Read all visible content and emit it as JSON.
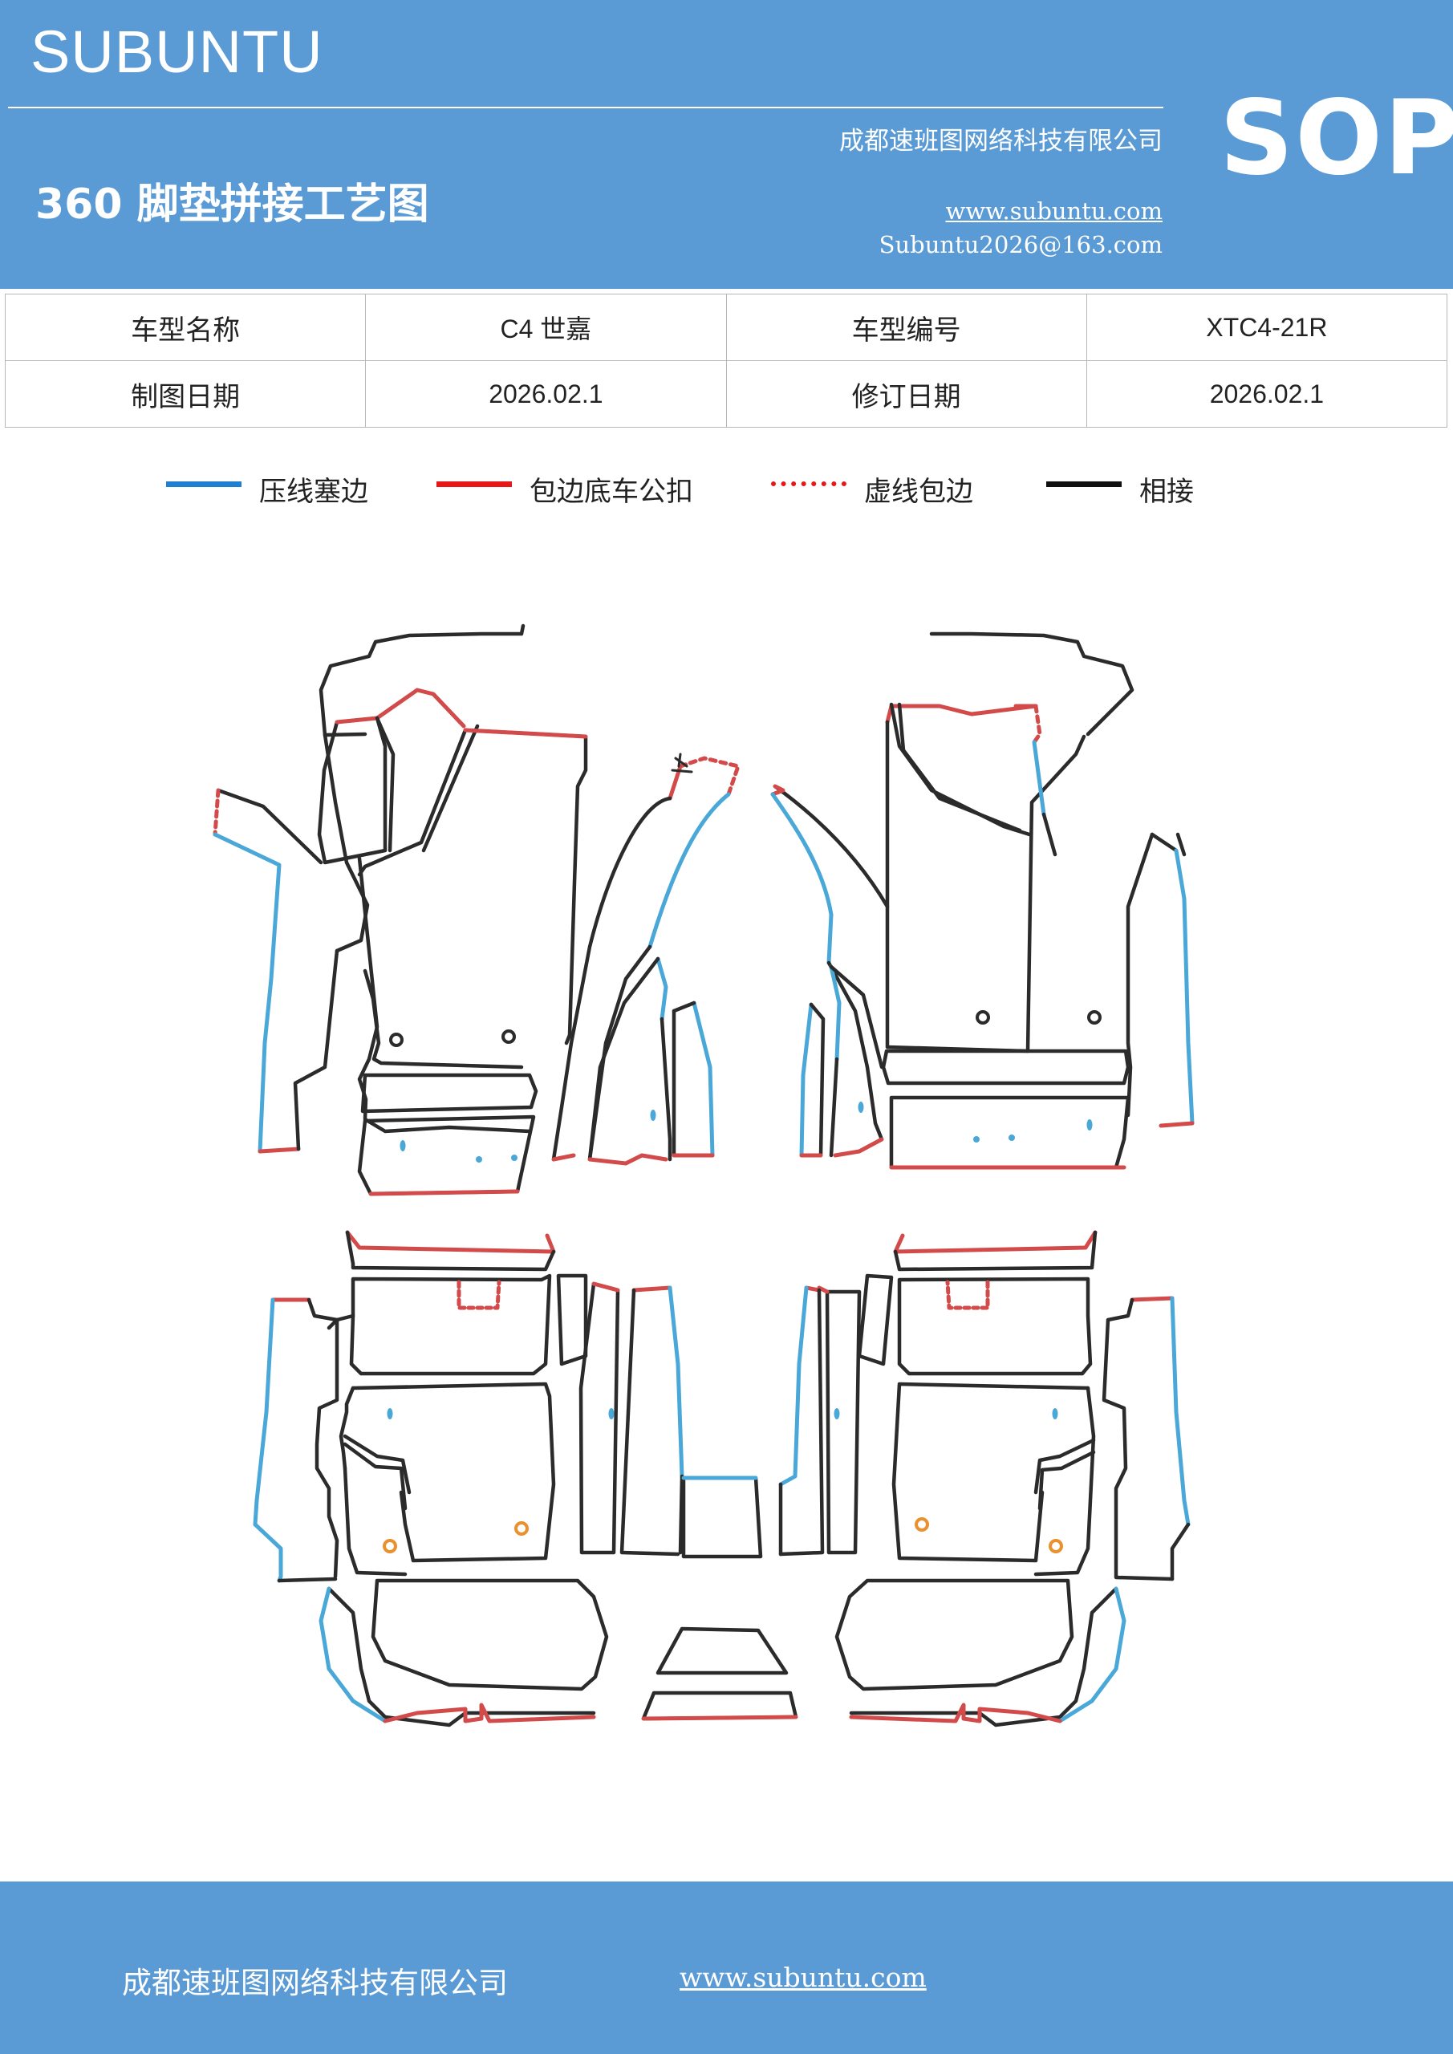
{
  "header": {
    "brand": "SUBUNTU",
    "badge": "SOP",
    "company": "成都速班图网络科技有限公司",
    "title": "360 脚垫拼接工艺图",
    "website": "www.subuntu.com",
    "email": "Subuntu2026@163.com"
  },
  "info_table": {
    "model_name_label": "车型名称",
    "model_name_value": "C4 世嘉",
    "model_code_label": "车型编号",
    "model_code_value": "XTC4-21R",
    "draw_date_label": "制图日期",
    "draw_date_value": "2026.02.1",
    "revise_date_label": "修订日期",
    "revise_date_value": "2026.02.1"
  },
  "legend": [
    {
      "label": "压线塞边",
      "color": "#1f7fd1",
      "style": "solid"
    },
    {
      "label": "包边底车公扣",
      "color": "#e81717",
      "style": "solid"
    },
    {
      "label": "虚线包边",
      "color": "#e81717",
      "style": "dotted"
    },
    {
      "label": "相接",
      "color": "#111111",
      "style": "solid"
    }
  ],
  "colors": {
    "header_bg": "#5b9bd5",
    "pressed_edge": "#4aa8d8",
    "wrapped_edge": "#d24a4a",
    "joined_edge": "#2b2b2b",
    "hole_orange": "#e8912e"
  },
  "footer": {
    "company": "成都速班图网络科技有限公司",
    "website": "www.subuntu.com",
    "icons": [
      "company-icon",
      "globe-icon",
      "wechat-icon",
      "qr-code"
    ]
  }
}
